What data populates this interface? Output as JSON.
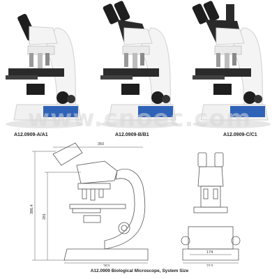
{
  "products": [
    {
      "model": "A12.0909-A/A1",
      "head": "monocular"
    },
    {
      "model": "A12.0909-B/B1",
      "head": "binocular"
    },
    {
      "model": "A12.0909-C/C1",
      "head": "trinocular"
    }
  ],
  "watermark": "www.cnoec.com",
  "dimensions": {
    "width_top": "350",
    "total_height": "386.4",
    "arm_height": "281",
    "base_depth": "263",
    "front_inner_width": "174",
    "front_outer_width": "213"
  },
  "footer_caption": "A12.0909 Biological Microscope, System Size",
  "colors": {
    "body": "#f3f3f3",
    "dark": "#1e1e1e",
    "accent_blue": "#2f63b8",
    "line": "#555555"
  }
}
